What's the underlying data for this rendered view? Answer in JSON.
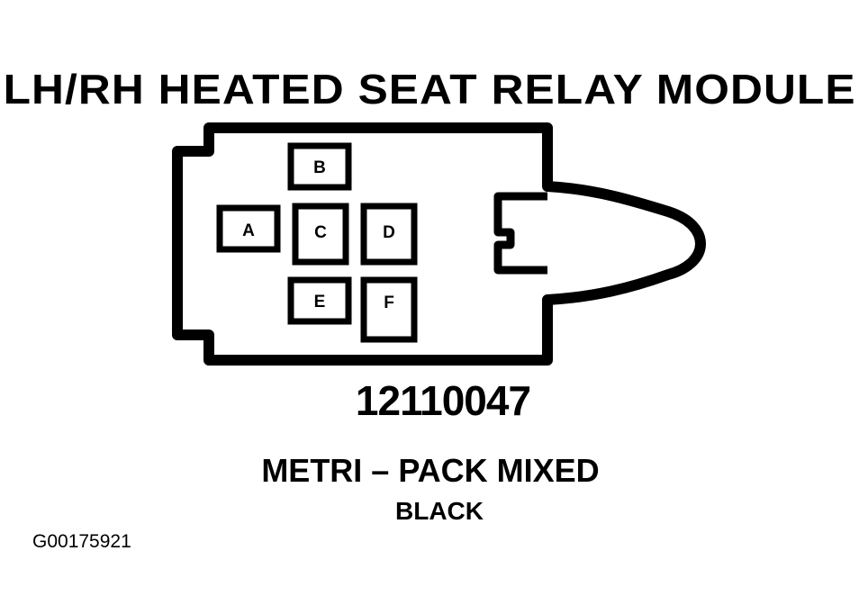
{
  "title": "LH/RH HEATED SEAT RELAY MODULE",
  "connector": {
    "part_number": "12110047",
    "type": "METRI – PACK MIXED",
    "color": "BLACK",
    "cavities": [
      "A",
      "B",
      "C",
      "D",
      "E",
      "F"
    ]
  },
  "figure_id": "G00175921"
}
